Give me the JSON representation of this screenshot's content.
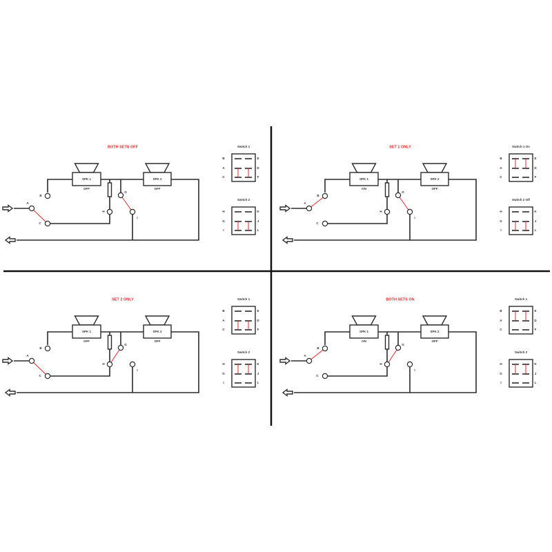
{
  "panels": [
    {
      "title": "BOTH SETS OFF",
      "spk1_label": "SPK 1",
      "spk2_label": "SPK 2",
      "spk1_state": "OFF",
      "spk2_state": "OFF",
      "switch1_on": false,
      "switch2_on": false,
      "switch1_title": "Switch 1",
      "switch2_title": "Switch 2"
    },
    {
      "title": "SET 1 ONLY",
      "spk1_label": "SPK 1",
      "spk2_label": "SPK 2",
      "spk1_state": "ON",
      "spk2_state": "OFF",
      "switch1_on": true,
      "switch2_on": false,
      "switch1_title": "Switch 1 On",
      "switch2_title": "Switch 2 Off"
    },
    {
      "title": "SET 2 ONLY",
      "spk1_label": "SPK 1",
      "spk2_label": "SPK 2",
      "spk1_state": "OFF",
      "spk2_state": "OFF",
      "switch1_on": false,
      "switch2_on": true,
      "switch1_title": "Switch 1",
      "switch2_title": "Switch 2"
    },
    {
      "title": "BOTH SETS ON",
      "spk1_label": "SPK 1",
      "spk2_label": "SPK 2",
      "spk1_state": "ON",
      "spk2_state": "OFF",
      "switch1_on": true,
      "switch2_on": true,
      "switch1_title": "Switch 1",
      "switch2_title": "Switch 2"
    }
  ],
  "node_labels": {
    "A": "A",
    "B": "B",
    "C": "C",
    "G": "G",
    "H": "H",
    "I": "I"
  },
  "switch1_pins": {
    "left": [
      "B",
      "A",
      "C"
    ],
    "right": [
      "E",
      "D",
      "F"
    ]
  },
  "switch2_pins": {
    "left": [
      "H",
      "G",
      "I"
    ],
    "right": [
      "K",
      "J",
      "L"
    ]
  },
  "colors": {
    "active": "#e8262b",
    "wire": "#2a2a2a"
  }
}
